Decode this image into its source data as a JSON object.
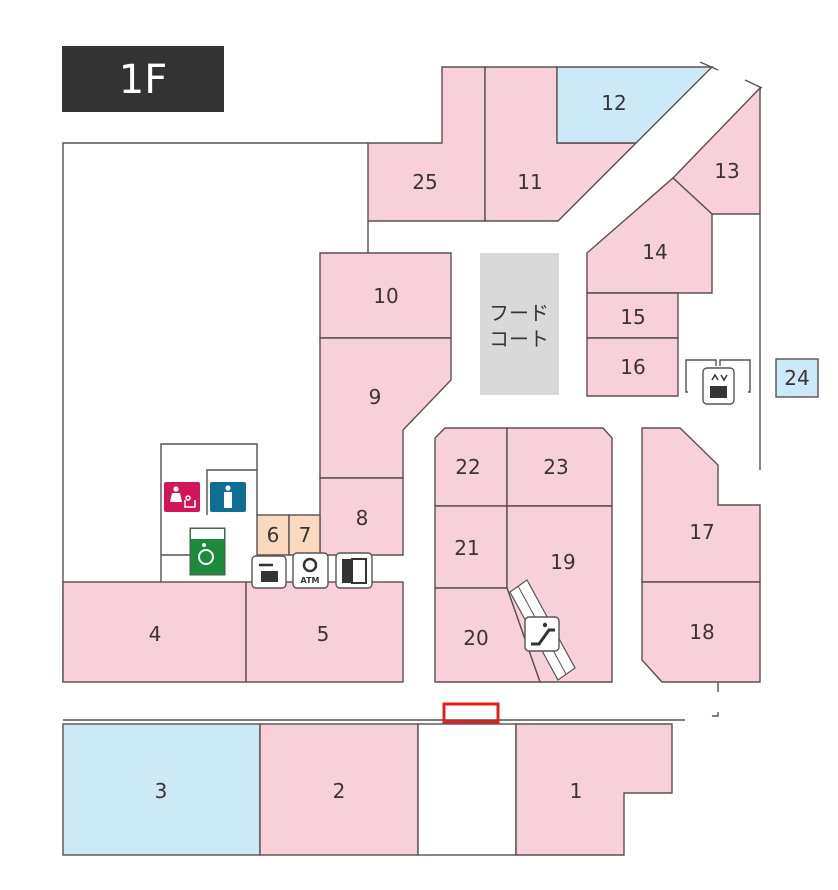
{
  "floor_badge": "1F",
  "food_court": {
    "line1": "フード",
    "line2": "コート"
  },
  "shops": {
    "s1": "1",
    "s2": "2",
    "s3": "3",
    "s4": "4",
    "s5": "5",
    "s6": "6",
    "s7": "7",
    "s8": "8",
    "s9": "9",
    "s10": "10",
    "s11": "11",
    "s12": "12",
    "s13": "13",
    "s14": "14",
    "s15": "15",
    "s16": "16",
    "s17": "17",
    "s18": "18",
    "s19": "19",
    "s20": "20",
    "s21": "21",
    "s22": "22",
    "s23": "23",
    "s24": "24",
    "s25": "25"
  },
  "icons": {
    "atm_label": "ATM"
  },
  "colors": {
    "shop_pink": "#f8d0d9",
    "shop_blue": "#cbe9f6",
    "shop_peach": "#fad9bf",
    "food_court_gray": "#d9d9d9",
    "badge": "#333333",
    "current_location": "#e0201c",
    "women_restroom": "#d4145a",
    "men_restroom": "#0f6e96",
    "accessible_restroom": "#1b8a3a"
  }
}
